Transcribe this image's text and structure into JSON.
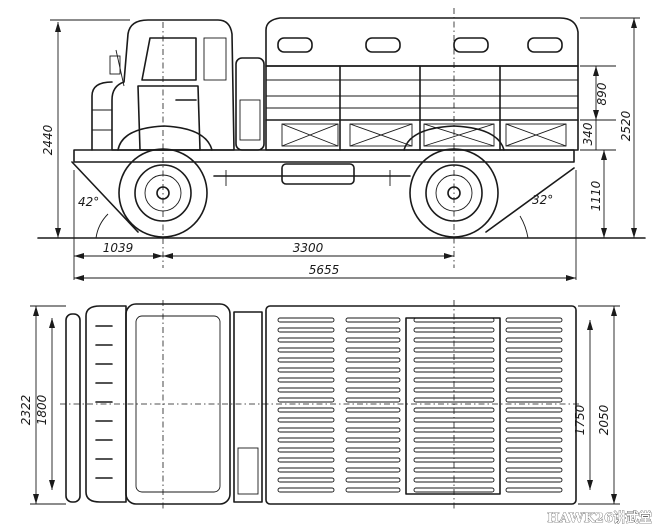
{
  "dimensions": {
    "height_total": "2440",
    "height_cargo_side": "890",
    "height_side_board": "340",
    "height_overall": "2520",
    "ground_clearance_frame": "1110",
    "front_overhang": "1039",
    "wheelbase": "3300",
    "length_overall": "5655",
    "approach_angle": "42°",
    "departure_angle": "32°",
    "width_overall": "2322",
    "track_front": "1800",
    "cargo_inner_width": "1750",
    "cargo_outer_width": "2050"
  },
  "watermark": "HAWK26讲武堂",
  "colors": {
    "ink": "#1a1a1a",
    "paper": "#ffffff"
  }
}
